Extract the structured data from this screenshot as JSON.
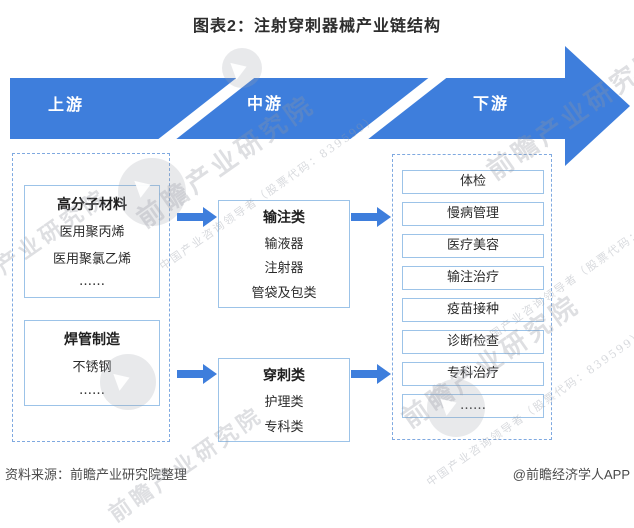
{
  "title": "图表2：注射穿刺器械产业链结构",
  "banner": {
    "segments": [
      {
        "label": "上游"
      },
      {
        "label": "中游"
      },
      {
        "label": "下游"
      }
    ]
  },
  "upstream": {
    "groups": [
      {
        "title": "高分子材料",
        "items": [
          "医用聚丙烯",
          "医用聚氯乙烯",
          "……"
        ]
      },
      {
        "title": "焊管制造",
        "items": [
          "不锈钢",
          "……"
        ]
      }
    ]
  },
  "midstream": {
    "groups": [
      {
        "title": "输注类",
        "items": [
          "输液器",
          "注射器",
          "管袋及包类"
        ]
      },
      {
        "title": "穿刺类",
        "items": [
          "护理类",
          "专科类"
        ]
      }
    ]
  },
  "downstream": {
    "items": [
      "体检",
      "慢病管理",
      "医疗美容",
      "输注治疗",
      "疫苗接种",
      "诊断检查",
      "专科治疗",
      "……"
    ]
  },
  "footer": {
    "source": "资料来源：前瞻产业研究院整理",
    "brand": "@前瞻经济学人APP"
  },
  "watermark": {
    "text": "前瞻产业研究院",
    "subtext": "中国产业咨询领导者（股票代码：839599）"
  },
  "colors": {
    "arrow_blue": "#3E7EDC",
    "solid_box_border": "#9CC3E8",
    "dashed_border": "#7FA9E0",
    "title_text": "#2d2d2d",
    "body_text": "#2b2b2b",
    "footer_text": "#4a4a4a"
  }
}
